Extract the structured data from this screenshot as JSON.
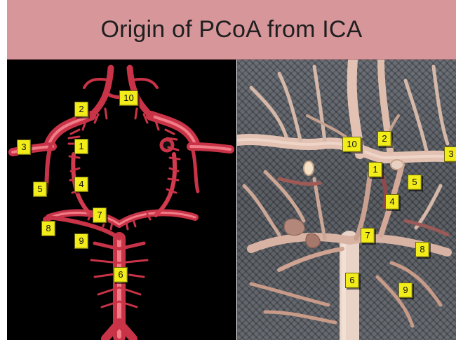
{
  "title": "Origin of PCoA from ICA",
  "left_panel": {
    "markers": {
      "m1": "1",
      "m2": "2",
      "m3": "3",
      "m4": "4",
      "m5": "5",
      "m6": "6",
      "m7": "7",
      "m8": "8",
      "m9": "9",
      "m10": "10"
    }
  },
  "right_panel": {
    "markers": {
      "m1": "1",
      "m2": "2",
      "m3": "3",
      "m4": "4",
      "m5": "5",
      "m6": "6",
      "m7": "7",
      "m8": "8",
      "m9": "9",
      "m10": "10"
    }
  },
  "colors": {
    "banner": "#d6969a",
    "vessel": "#e0485a",
    "vessel_light": "#f07d88",
    "marker": "#f2ec1a",
    "specimen_vessel": "#e3c2b3"
  }
}
